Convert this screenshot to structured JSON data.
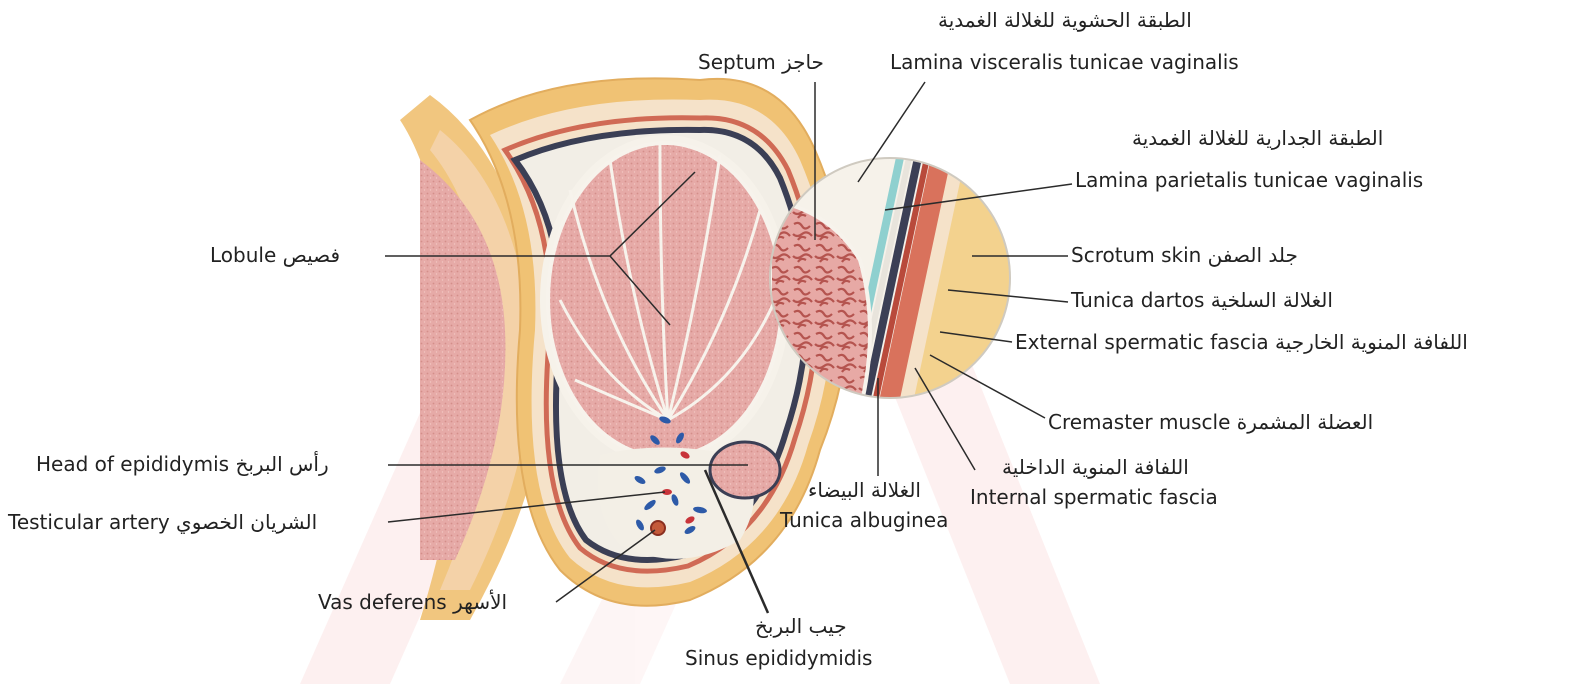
{
  "labels": {
    "septum": "Septum حاجز",
    "lamina_visceralis_ar": "الطبقة الحشوية للغلالة الغمدية",
    "lamina_visceralis_en": "Lamina visceralis tunicae vaginalis",
    "lamina_parietalis_ar": "الطبقة الجدارية للغلالة الغمدية",
    "lamina_parietalis_en": "Lamina parietalis tunicae vaginalis",
    "lobule": "Lobule فصيص",
    "scrotum_skin": "Scrotum skin جلد الصفن",
    "tunica_dartos": "Tunica dartos الغلالة السلخية",
    "external_spermatic_fascia": "External spermatic fascia اللفافة المنوية الخارجية",
    "cremaster_muscle": "Cremaster muscle العضلة المشمرة",
    "head_of_epididymis": "Head of epididymis رأس البربخ",
    "internal_spermatic_fascia_ar": "اللفافة المنوية الداخلية",
    "internal_spermatic_fascia_en": "Internal spermatic fascia",
    "tunica_albuginea_ar": "الغلالة البيضاء",
    "tunica_albuginea_en": "Tunica albuginea",
    "testicular_artery": "Testicular artery الشريان الخصوي",
    "vas_deferens": "Vas deferens الأسهر",
    "sinus_epididymidis_ar": "جيب البربخ",
    "sinus_epididymidis_en": "Sinus epididymidis"
  },
  "colors": {
    "parenchyma": "#e9b3b0",
    "tunica_albuginea": "#f3efe6",
    "fat_layer": "#f0c980",
    "muscle": "#d9725c",
    "dark_layer": "#3b3f55",
    "vessel_blue": "#2d5aa8",
    "vessel_red": "#c8343a",
    "background_watermark": "#f8d9d9",
    "leader_line": "#2b2b2b"
  }
}
